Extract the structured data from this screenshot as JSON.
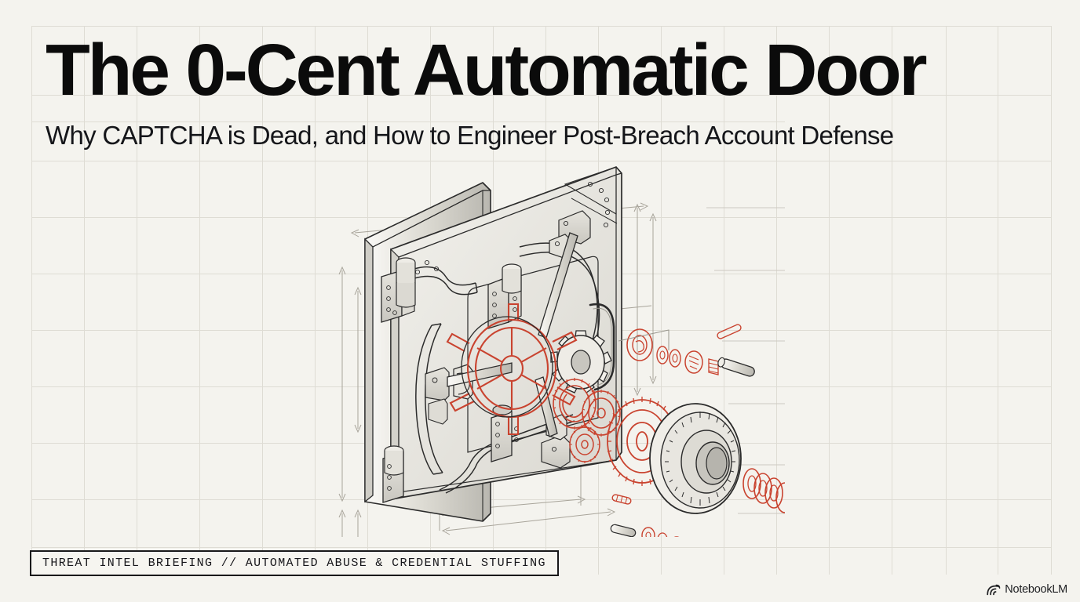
{
  "page": {
    "background_color": "#f4f3ee",
    "grid_color": "#dedcd4"
  },
  "headline": {
    "title": "The 0-Cent Automatic Door",
    "subtitle": "Why CAPTCHA is Dead, and How to Engineer Post-Breach Account Defense"
  },
  "caption": {
    "text": "THREAT INTEL BRIEFING // AUTOMATED ABUSE & CREDENTIAL STUFFING"
  },
  "brand": {
    "name": "NotebookLM",
    "mark": "notebooklm-arc-icon"
  },
  "illustration": {
    "name": "exploded-vault-door-diagram",
    "description": "Isometric technical cutaway of a bank vault door with exploded lock assembly",
    "line_color": "#2b2b2b",
    "accent_color": "#c9432f",
    "metal_fill": "#e9e7e1",
    "dimension_color": "#a8a49a",
    "parts": [
      "door-frame",
      "door-slab",
      "upper-hinge",
      "middle-hinge",
      "lower-hinge",
      "boltwork-linkage",
      "lock-spindle",
      "spoked-handwheel",
      "drive-cam-gear",
      "idler-gear",
      "relocker-sprocket",
      "main-drive-gear",
      "combination-dial",
      "dial-ring-spacers",
      "spindle-shaft",
      "retaining-washers",
      "grab-handle",
      "dimension-arrows"
    ]
  }
}
